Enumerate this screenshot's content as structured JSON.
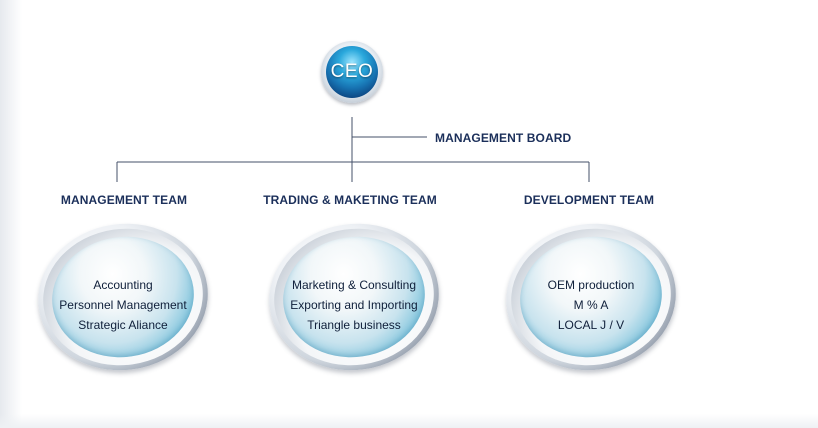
{
  "ceo": {
    "label": "CEO"
  },
  "board": {
    "label": "MANAGEMENT BOARD"
  },
  "teams": [
    {
      "title": "MANAGEMENT TEAM",
      "items": [
        "Accounting",
        "Personnel Management",
        "Strategic Aliance"
      ]
    },
    {
      "title": "TRADING & MAKETING TEAM",
      "items": [
        "Marketing & Consulting",
        "Exporting and Importing",
        "Triangle business"
      ]
    },
    {
      "title": "DEVELOPMENT TEAM",
      "items": [
        "OEM production",
        "M % A",
        "LOCAL J / V"
      ]
    }
  ],
  "colors": {
    "title_text": "#1b2f5a",
    "connector": "#44506a",
    "badge_blue": "#1773b2",
    "circle_fill": "#7cc3dc"
  }
}
